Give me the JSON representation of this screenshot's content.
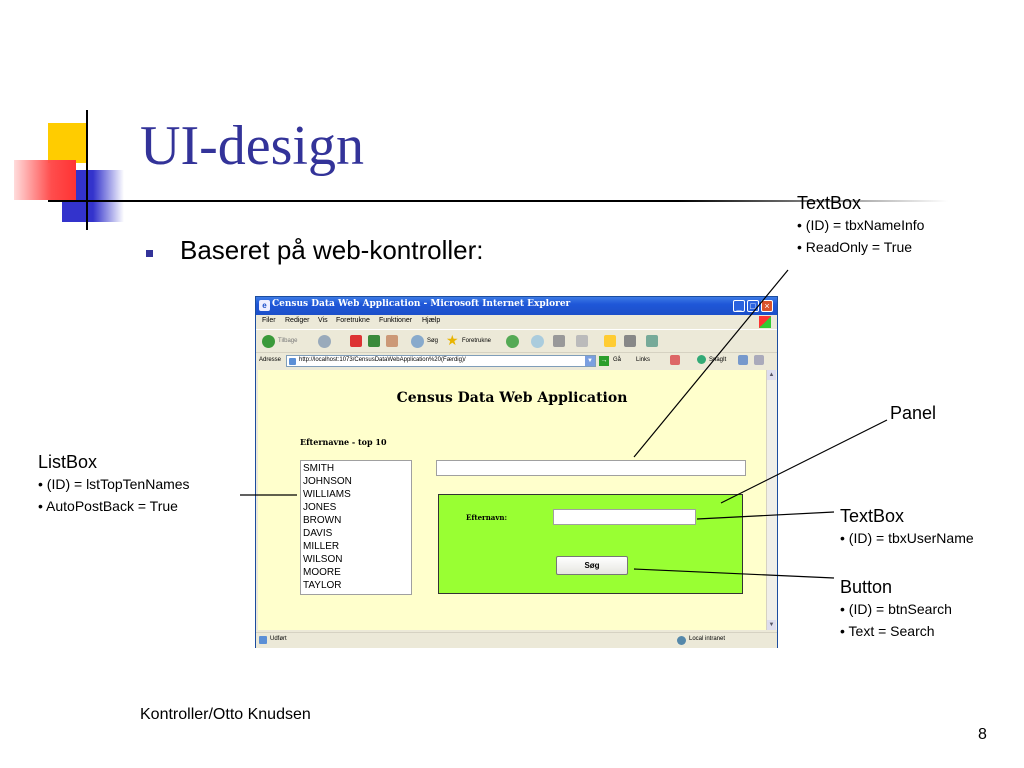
{
  "slide": {
    "title": "UI-design",
    "bullet": "Baseret på web-kontroller:",
    "footer": "Kontroller/Otto Knudsen",
    "page_number": "8"
  },
  "annotations": {
    "textbox_info": {
      "title": "TextBox",
      "id_line": "• (ID) = tbxNameInfo",
      "prop_line": "• ReadOnly = True"
    },
    "panel": {
      "title": "Panel"
    },
    "listbox": {
      "title": "ListBox",
      "id_line": "• (ID) = lstTopTenNames",
      "prop_line": "• AutoPostBack = True"
    },
    "textbox_user": {
      "title": "TextBox",
      "id_line": "• (ID) = tbxUserName"
    },
    "button": {
      "title": "Button",
      "id_line": "• (ID) = btnSearch",
      "prop_line": "• Text = Search"
    }
  },
  "browser": {
    "window_title": "Census Data Web Application - Microsoft Internet Explorer",
    "menu": [
      "Filer",
      "Rediger",
      "Vis",
      "Foretrukne",
      "Funktioner",
      "Hjælp"
    ],
    "toolbar": {
      "back": "Tilbage",
      "search": "Søg",
      "favorites": "Foretrukne"
    },
    "address_label": "Adresse",
    "address_value": "http://localhost:1073/CensusDataWebApplication%20(Færdig)/",
    "go_label": "Gå",
    "links_label": "Links",
    "snagit_label": "SnagIt",
    "status_left": "Udført",
    "status_right": "Local intranet"
  },
  "app": {
    "title": "Census Data Web Application",
    "list_heading": "Efternavne - top 10",
    "names": [
      "SMITH",
      "JOHNSON",
      "WILLIAMS",
      "JONES",
      "BROWN",
      "DAVIS",
      "MILLER",
      "WILSON",
      "MOORE",
      "TAYLOR"
    ],
    "name_info_value": "",
    "panel_label": "Efternavn:",
    "user_name_value": "",
    "search_button_label": "Søg"
  }
}
